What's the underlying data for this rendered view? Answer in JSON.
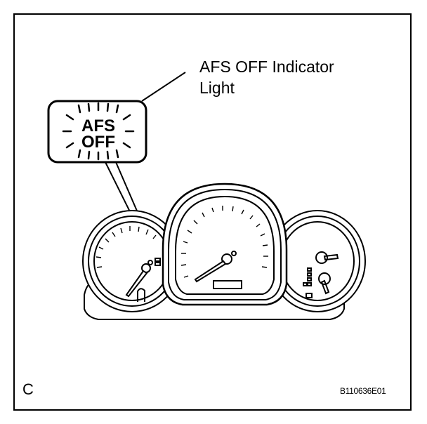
{
  "callout": {
    "line1": "AFS OFF Indicator",
    "line2": "Light"
  },
  "indicator": {
    "line1": "AFS",
    "line2": "OFF"
  },
  "corner_letter": "C",
  "figure_code": "B110636E01",
  "colors": {
    "ink": "#000000",
    "paper": "#ffffff"
  }
}
